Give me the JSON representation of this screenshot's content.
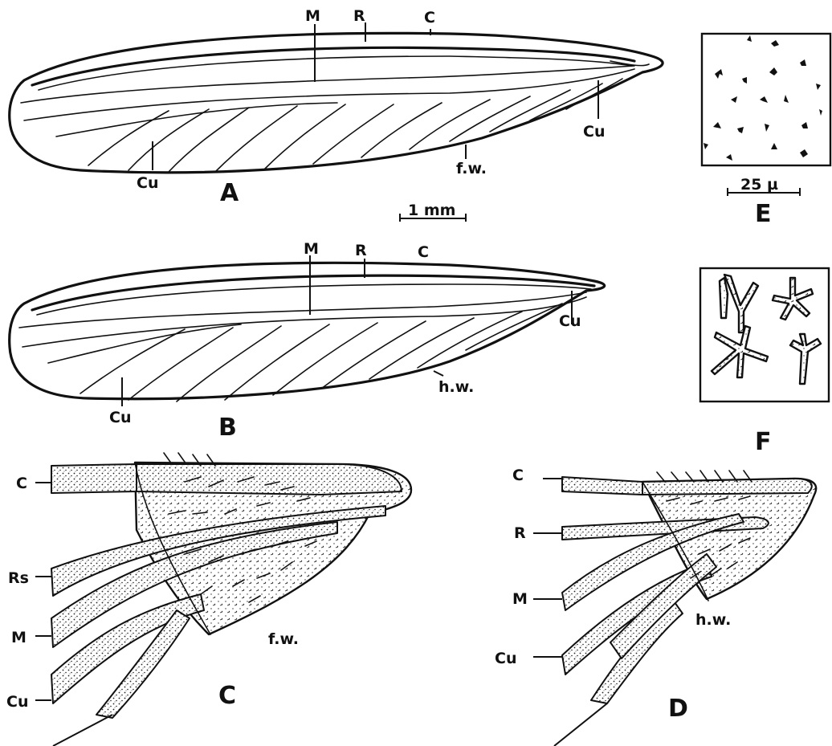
{
  "colors": {
    "ink": "#111111",
    "paper": "#ffffff"
  },
  "panels": {
    "A": {
      "panel_label": "A",
      "labels": {
        "m": "M",
        "r": "R",
        "c": "C",
        "cu_left": "Cu",
        "cu_right": "Cu",
        "wing": "f.w."
      }
    },
    "B": {
      "panel_label": "B",
      "labels": {
        "m": "M",
        "r": "R",
        "c": "C",
        "cu_left": "Cu",
        "cu_right": "Cu",
        "wing": "h.w."
      }
    },
    "C": {
      "panel_label": "C",
      "labels": {
        "c": "C",
        "rs": "Rs",
        "m": "M",
        "cu": "Cu",
        "wing": "f.w."
      }
    },
    "D": {
      "panel_label": "D",
      "labels": {
        "c": "C",
        "r": "R",
        "m": "M",
        "cu": "Cu",
        "wing": "h.w."
      }
    },
    "E": {
      "panel_label": "E",
      "scale_bar": "25 µ"
    },
    "F": {
      "panel_label": "F"
    }
  },
  "scale_bar_main": "1 mm"
}
